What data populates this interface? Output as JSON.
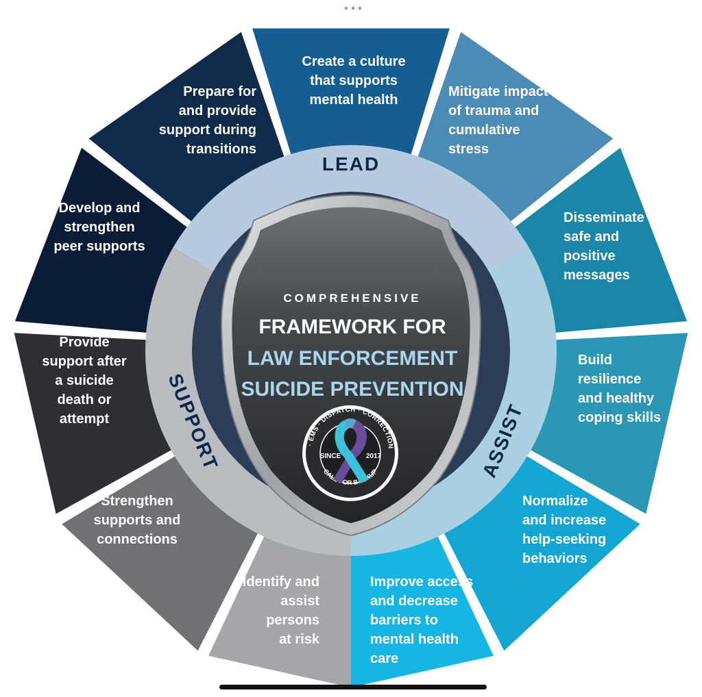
{
  "colors": {
    "lead_dark1": "#0f2a4a",
    "lead_dark2": "#0b1c36",
    "lead_mid": "#165e92",
    "lead_light": "#4b8bb5",
    "assist_teal1": "#1a86a8",
    "assist_teal2": "#2b97b5",
    "assist_cyan": "#13a6d4",
    "assist_bright": "#16b5e3",
    "support_gray1": "#a4a6aa",
    "support_gray2": "#6f7175",
    "support_dark": "#2e2f33",
    "ring_light": "#c9ced4",
    "ring_lead": "#b6cbe0",
    "ring_assist": "#a9cfe0",
    "ring_support": "#b9bcc1",
    "shield_dark": "#3b3d41",
    "label_dark": "#0d2847",
    "accent_text": "#a8d8ee"
  },
  "sections": {
    "lead": "LEAD",
    "assist": "ASSIST",
    "support": "SUPPORT"
  },
  "center": {
    "line1": "COMPREHENSIVE",
    "line2": "FRAMEWORK FOR",
    "line3": "LAW ENFORCEMENT",
    "line4": "SUICIDE PREVENTION"
  },
  "logo": {
    "ring_text": "POLICE · FIRE · EMS · DISPATCH · CORRECTIONS · MILITARY ·",
    "since": "SINCE",
    "year": "2017",
    "bottom": "CALL FOR BACKUP",
    "ribbon_icon": "awareness-ribbon-icon"
  },
  "segments": [
    {
      "id": "culture",
      "text": "Create a culture\nthat supports\nmental health"
    },
    {
      "id": "trauma",
      "text": "Mitigate impact\nof trauma and\ncumulative\nstress"
    },
    {
      "id": "messages",
      "text": "Disseminate\nsafe and\npositive\nmessages"
    },
    {
      "id": "resilience",
      "text": "Build\nresilience\nand healthy\ncoping skills"
    },
    {
      "id": "help-seeking",
      "text": "Normalize\nand increase\nhelp-seeking\nbehaviors"
    },
    {
      "id": "access",
      "text": "Improve access\nand decrease\nbarriers to\nmental health\ncare"
    },
    {
      "id": "identify",
      "text": "Identify and\nassist\npersons\nat risk"
    },
    {
      "id": "connections",
      "text": "Strengthen\nsupports and\nconnections"
    },
    {
      "id": "postvention",
      "text": "Provide\nsupport after\na suicide\ndeath or\nattempt"
    },
    {
      "id": "peer",
      "text": "Develop and\nstrengthen\npeer supports"
    },
    {
      "id": "transitions",
      "text": "Prepare for\nand provide\nsupport during\ntransitions"
    }
  ]
}
